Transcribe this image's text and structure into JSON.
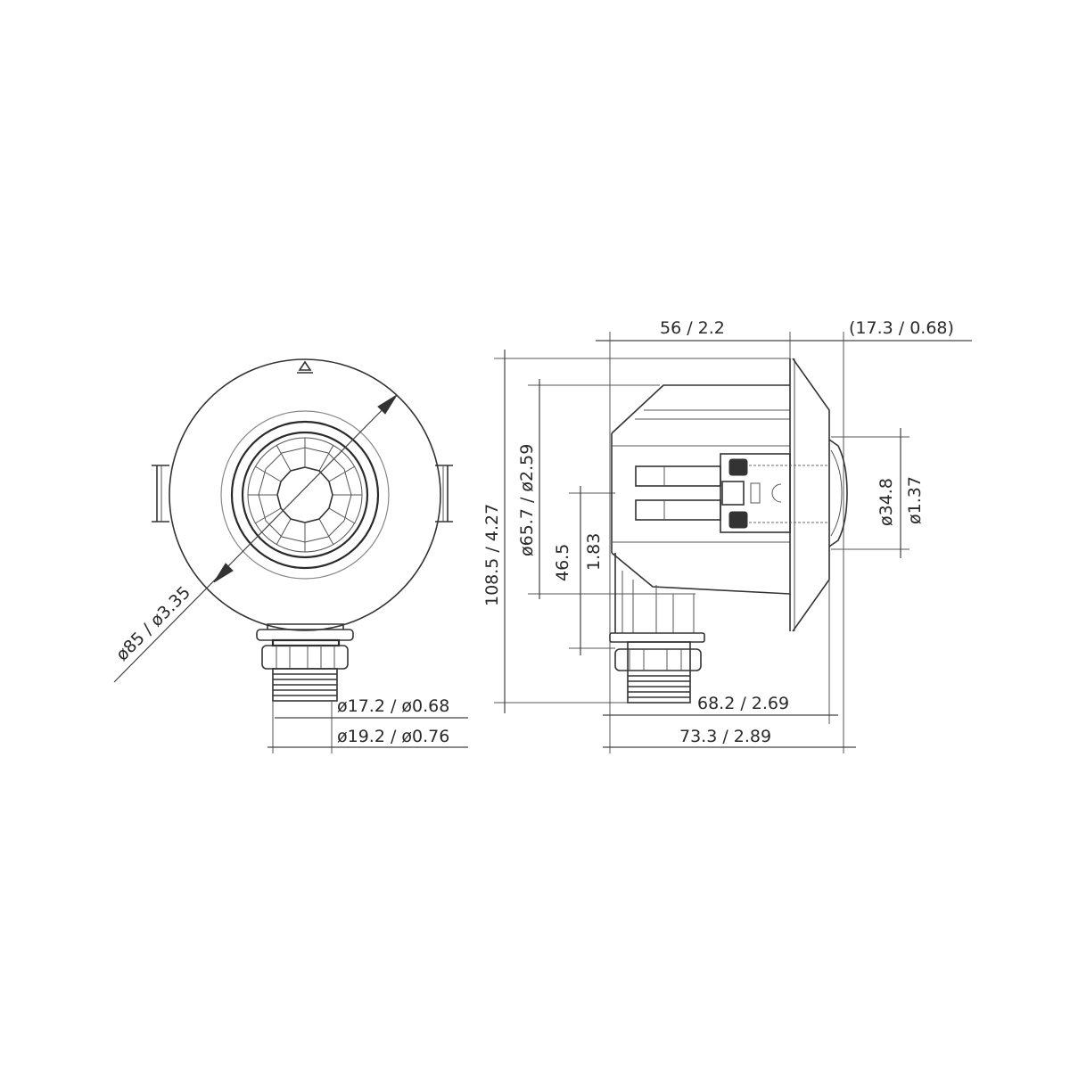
{
  "front_view": {
    "outer_diameter_label": "ø85 / ø3.35",
    "thread_inner_label": "ø17.2 / ø0.68",
    "thread_outer_label": "ø19.2 / ø0.76",
    "top_marker": "triangle"
  },
  "side_view": {
    "depth_label": "56 / 2.2",
    "flange_label": "(17.3 / 0.68)",
    "total_height_label": "108.5 / 4.27",
    "body_diameter_label": "ø65.7 / ø2.59",
    "lower_height_mm_label": "46.5",
    "lower_height_in_label": "1.83",
    "lens_diameter_mm_label": "ø34.8",
    "lens_diameter_in_label": "ø1.37",
    "width_inner_label": "68.2 / 2.69",
    "width_outer_label": "73.3 / 2.89"
  },
  "colors": {
    "line": "#333333",
    "background": "#ffffff"
  }
}
